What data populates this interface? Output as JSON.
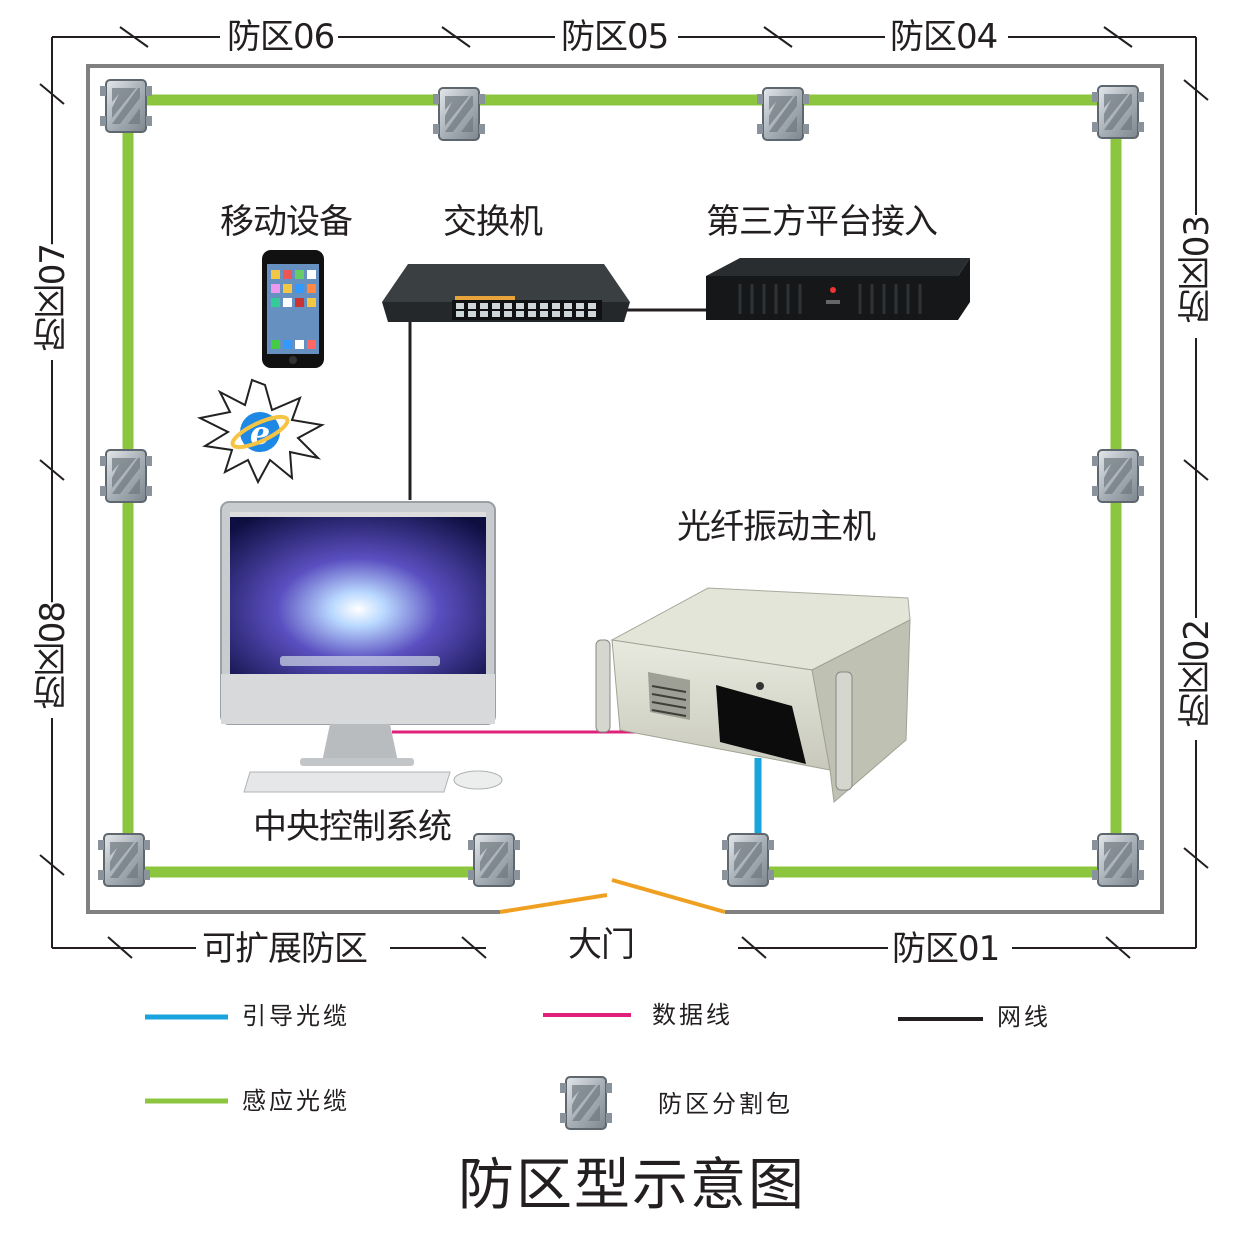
{
  "zones": {
    "z01": "防区01",
    "z02": "防区02",
    "z03": "防区03",
    "z04": "防区04",
    "z05": "防区05",
    "z06": "防区06",
    "z07": "防区07",
    "z08": "防区08",
    "expandable": "可扩展防区"
  },
  "gate": "大门",
  "devices": {
    "mobile": "移动设备",
    "switch": "交换机",
    "third_party": "第三方平台接入",
    "host": "光纤振动主机",
    "control": "中央控制系统"
  },
  "legend": {
    "guide_cable": "引导光缆",
    "data_line": "数据线",
    "network_line": "网线",
    "sensing_cable": "感应光缆",
    "splitter_box": "防区分割包"
  },
  "colors": {
    "guide_cable": "#1aa3dd",
    "data_line": "#e0217a",
    "network_line": "#231f20",
    "sensing_cable": "#8cc63f",
    "gate": "#f0a020",
    "boundary": "#808080"
  },
  "title": "防区型示意图"
}
